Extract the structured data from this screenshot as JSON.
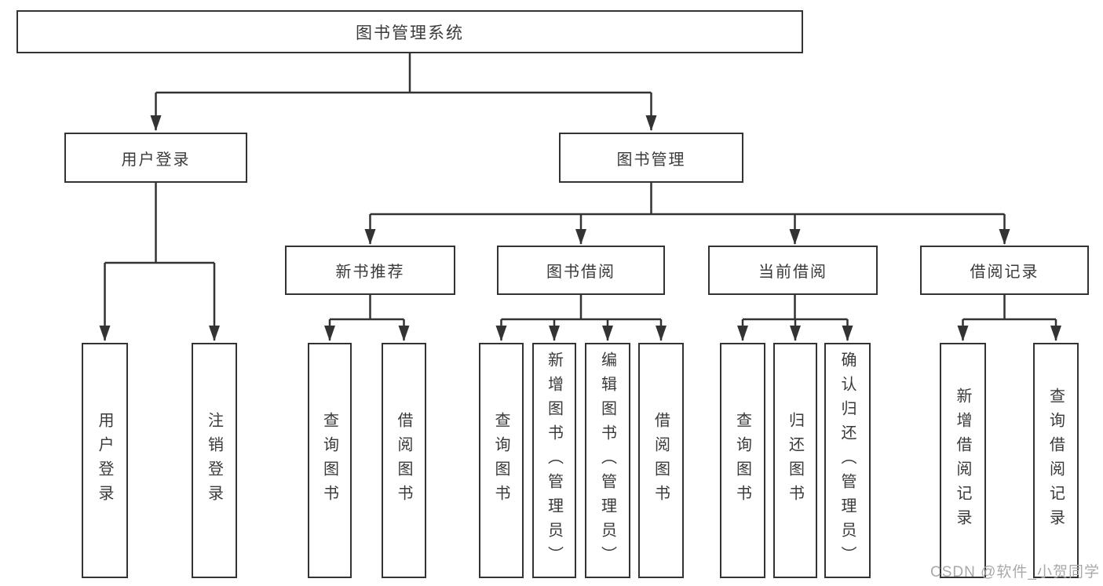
{
  "root": {
    "label": "图书管理系统"
  },
  "branches": [
    {
      "label": "用户登录",
      "leaves": [
        {
          "label": "用户登录"
        },
        {
          "label": "注销登录"
        }
      ]
    },
    {
      "label": "图书管理",
      "modules": [
        {
          "label": "新书推荐",
          "leaves": [
            {
              "label": "查询图书"
            },
            {
              "label": "借阅图书"
            }
          ]
        },
        {
          "label": "图书借阅",
          "leaves": [
            {
              "label": "查询图书"
            },
            {
              "label": "新增图书（管理员）"
            },
            {
              "label": "编辑图书（管理员）"
            },
            {
              "label": "借阅图书"
            }
          ]
        },
        {
          "label": "当前借阅",
          "leaves": [
            {
              "label": "查询图书"
            },
            {
              "label": "归还图书"
            },
            {
              "label": "确认归还（管理员）"
            }
          ]
        },
        {
          "label": "借阅记录",
          "leaves": [
            {
              "label": "新增借阅记录"
            },
            {
              "label": "查询借阅记录"
            }
          ]
        }
      ]
    }
  ],
  "watermark": "CSDN @软件_小贺同学",
  "colors": {
    "line": "#333333",
    "text": "#3a3a3a",
    "watermark": "#a9a9a9",
    "background": "#ffffff"
  }
}
